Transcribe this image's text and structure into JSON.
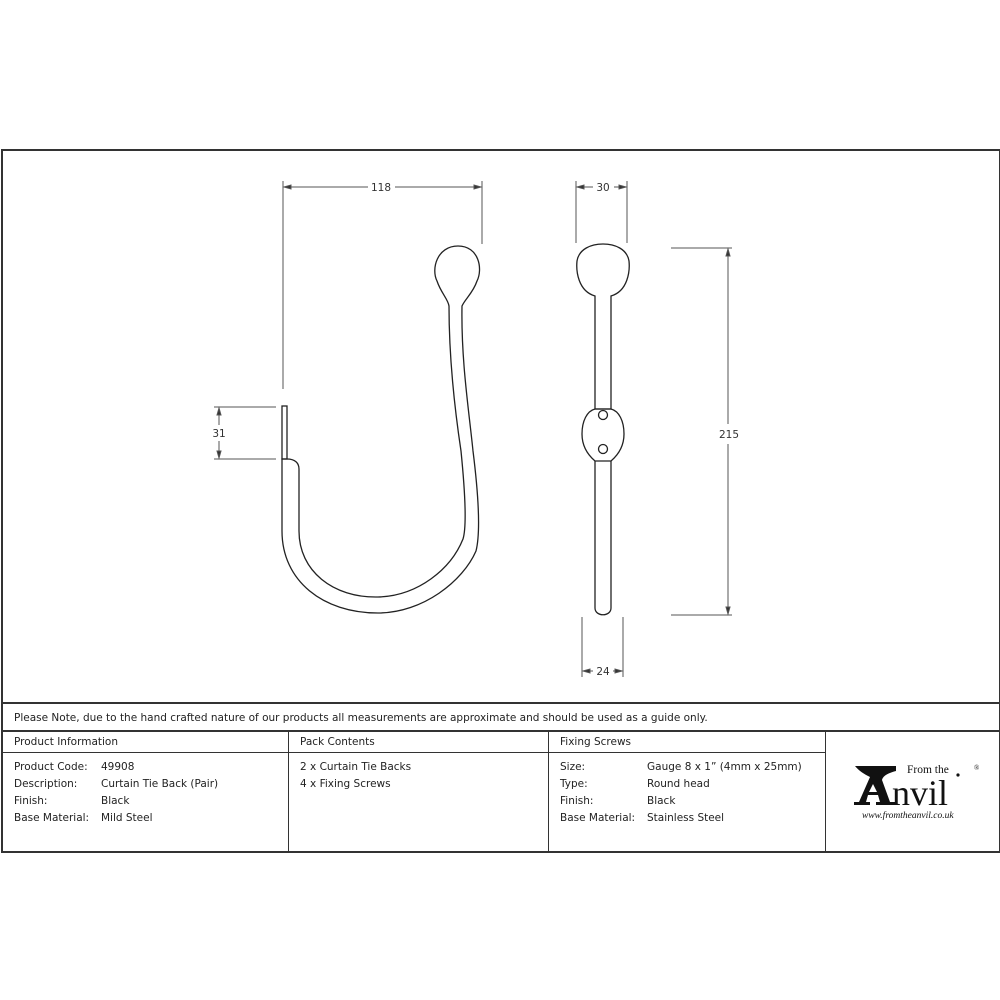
{
  "drawing": {
    "side_view": {
      "dimensions": {
        "width": "118",
        "plate_height": "31"
      }
    },
    "front_view": {
      "dimensions": {
        "head_width": "30",
        "total_height": "215",
        "plate_width": "24"
      }
    }
  },
  "note": "Please Note, due to the hand crafted nature of our products all measurements are approximate and should be used as a guide only.",
  "product_information": {
    "heading": "Product Information",
    "rows": [
      {
        "label": "Product Code:",
        "value": "49908"
      },
      {
        "label": "Description:",
        "value": "Curtain Tie Back (Pair)"
      },
      {
        "label": "Finish:",
        "value": "Black"
      },
      {
        "label": "Base Material:",
        "value": "Mild Steel"
      }
    ]
  },
  "pack_contents": {
    "heading": "Pack Contents",
    "items": [
      "2 x Curtain Tie Backs",
      "4 x Fixing Screws"
    ]
  },
  "fixing_screws": {
    "heading": "Fixing Screws",
    "rows": [
      {
        "label": "Size:",
        "value": "Gauge 8 x 1” (4mm x 25mm)"
      },
      {
        "label": "Type:",
        "value": "Round head"
      },
      {
        "label": "Finish:",
        "value": "Black"
      },
      {
        "label": "Base Material:",
        "value": "Stainless Steel"
      }
    ]
  },
  "logo": {
    "from_the": "From the",
    "brand": "Anvil",
    "registered": "®",
    "url": "www.fromtheanvil.co.uk"
  }
}
